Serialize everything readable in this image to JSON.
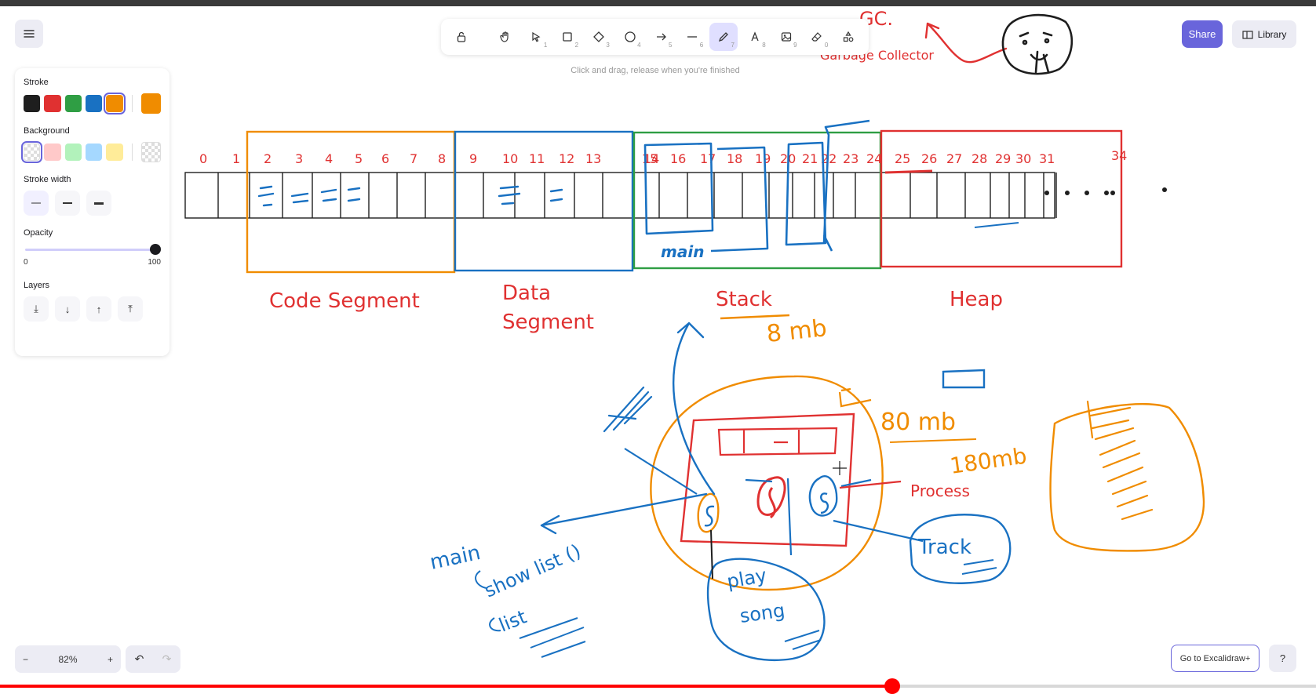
{
  "toolbar": {
    "tools": [
      {
        "name": "lock",
        "key": ""
      },
      {
        "name": "hand",
        "key": ""
      },
      {
        "name": "selection",
        "key": "1"
      },
      {
        "name": "rectangle",
        "key": "2"
      },
      {
        "name": "diamond",
        "key": "3"
      },
      {
        "name": "ellipse",
        "key": "4"
      },
      {
        "name": "arrow",
        "key": "5"
      },
      {
        "name": "line",
        "key": "6"
      },
      {
        "name": "draw",
        "key": "7"
      },
      {
        "name": "text",
        "key": "8"
      },
      {
        "name": "image",
        "key": "9"
      },
      {
        "name": "eraser",
        "key": "0"
      },
      {
        "name": "extra-tools",
        "key": ""
      }
    ],
    "active_tool": "draw",
    "hint": "Click and drag, release when you're finished"
  },
  "header": {
    "share_label": "Share",
    "library_label": "Library"
  },
  "properties": {
    "stroke_label": "Stroke",
    "stroke_colors": [
      "#1e1e1e",
      "#e03131",
      "#2f9e44",
      "#1971c2",
      "#f08c00"
    ],
    "stroke_selected": "#f08c00",
    "background_label": "Background",
    "background_colors": [
      "transparent",
      "#ffc9c9",
      "#b2f2bb",
      "#a5d8ff",
      "#ffec99"
    ],
    "stroke_width_label": "Stroke width",
    "opacity_label": "Opacity",
    "opacity_min": "0",
    "opacity_max": "100",
    "opacity_value": 100,
    "layers_label": "Layers"
  },
  "footer": {
    "zoom_minus": "−",
    "zoom_level": "82%",
    "zoom_plus": "+",
    "go_to_label": "Go to Excalidraw+",
    "help_label": "?"
  },
  "drawing": {
    "cell_numbers": [
      "0",
      "1",
      "2",
      "3",
      "4",
      "5",
      "6",
      "7",
      "8",
      "9",
      "10",
      "11",
      "12",
      "13",
      "14",
      "15",
      "16",
      "17",
      "18",
      "19",
      "20",
      "21",
      "22",
      "23",
      "24",
      "25",
      "26",
      "27",
      "28",
      "29",
      "30",
      "31",
      "34"
    ],
    "segments": {
      "code": "Code Segment",
      "data_line1": "Data",
      "data_line2": "Segment",
      "stack": "Stack",
      "heap": "Heap"
    },
    "notes": {
      "gc": "GC.",
      "garbage_collector": "Garbage Collector",
      "stack_size": "8 mb",
      "mb80": "80 mb",
      "mb180": "180mb",
      "process": "Process",
      "track": "Track",
      "main_stack": "main",
      "main_below": "main",
      "show_list": "show list ()",
      "list": "list",
      "play": "play",
      "song": "song"
    }
  },
  "video": {
    "progress": 0.678
  }
}
